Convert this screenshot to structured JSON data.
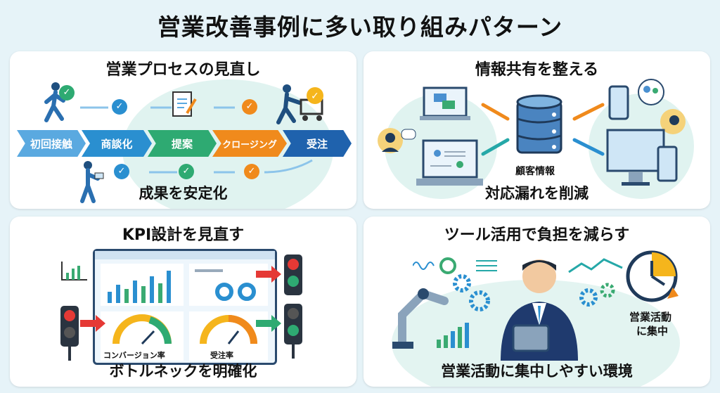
{
  "title": "営業改善事例に多い取り組みパターン",
  "panels": {
    "process": {
      "heading": "営業プロセスの見直し",
      "steps": [
        {
          "label": "初回接触",
          "color": "#5aa9e0"
        },
        {
          "label": "商談化",
          "color": "#2a8fd0"
        },
        {
          "label": "提案",
          "color": "#2eaa72"
        },
        {
          "label": "クロージング",
          "color": "#f08a1c"
        },
        {
          "label": "受注",
          "color": "#1f62ad"
        }
      ],
      "footer": "成果を安定化"
    },
    "sharing": {
      "heading": "情報共有を整える",
      "center_label": "顧客情報",
      "footer": "対応漏れを削減"
    },
    "kpi": {
      "heading": "KPI設計を見直す",
      "gauge1_label": "コンバージョン率",
      "gauge2_label": "受注率",
      "footer": "ボトルネックを明確化"
    },
    "tools": {
      "heading": "ツール活用で負担を減らす",
      "clock_label_1": "営業活動",
      "clock_label_2": "に集中",
      "footer": "営業活動に集中しやすい環境"
    }
  }
}
